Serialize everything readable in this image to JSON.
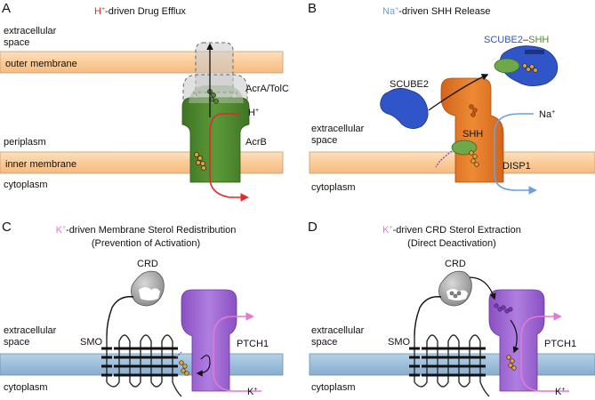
{
  "panels": [
    {
      "letter": "A",
      "title_ion": "H",
      "title_charge": "+",
      "title_rest": "-driven Drug Efflux",
      "extracellular_line1": "extracellular",
      "extracellular_line2": "space",
      "outer_membrane": "outer membrane",
      "periplasm": "periplasm",
      "inner_membrane": "inner membrane",
      "cytoplasm": "cytoplasm",
      "protein_acra_tolc": "AcrA/TolC",
      "protein_acrb": "AcrB",
      "ion_label": "H",
      "ion_charge": "+"
    },
    {
      "letter": "B",
      "title_ion": "Na",
      "title_charge": "+",
      "title_rest": "-driven SHH Release",
      "extracellular_line1": "extracellular",
      "extracellular_line2": "space",
      "cytoplasm": "cytoplasm",
      "complex_left": "SCUBE2",
      "complex_dash": "–",
      "complex_right": "SHH",
      "scube2": "SCUBE2",
      "shh": "SHH",
      "disp1": "DISP1",
      "ion_label": "Na",
      "ion_charge": "+"
    },
    {
      "letter": "C",
      "title_ion": "K",
      "title_charge": "+",
      "title_rest": "-driven Membrane Sterol Redistribution",
      "subtitle": "(Prevention of Activation)",
      "crd": "CRD",
      "extracellular_line1": "extracellular",
      "extracellular_line2": "space",
      "smo": "SMO",
      "ptch1": "PTCH1",
      "cytoplasm": "cytoplasm",
      "ion_label": "K",
      "ion_charge": "+"
    },
    {
      "letter": "D",
      "title_ion": "K",
      "title_charge": "+",
      "title_rest": "-driven CRD Sterol Extraction",
      "subtitle": "(Direct Deactivation)",
      "crd": "CRD",
      "extracellular_line1": "extracellular",
      "extracellular_line2": "space",
      "smo": "SMO",
      "ptch1": "PTCH1",
      "cytoplasm": "cytoplasm",
      "ion_label": "K",
      "ion_charge": "+"
    }
  ],
  "colors": {
    "bacterial_membrane": "#fbd0a2",
    "bacterial_membrane_edge": "#c99a6a",
    "eukaryotic_membrane": "#9dbfdc",
    "eukaryotic_membrane_edge": "#6e8fae",
    "proton": "#e8262b",
    "sodium": "#6f9fdc",
    "potassium": "#e07ad6",
    "acrb": "#4f8a2e",
    "disp1": "#e07220",
    "scube2": "#2f55c9",
    "shh": "#6fa84a",
    "ptch1": "#9a5fd0",
    "smo_helix": "#2a2a2a",
    "crd": "#9a9a9a",
    "sterol": "#e3a23a"
  }
}
